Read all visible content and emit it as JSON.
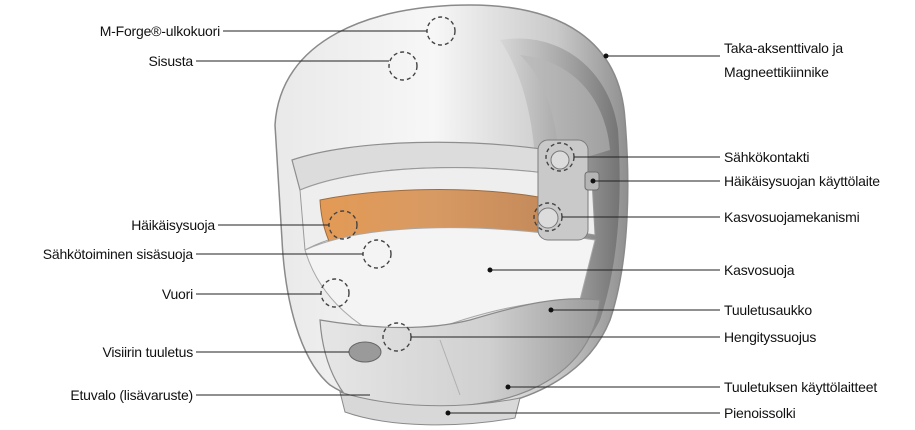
{
  "labels_left": [
    {
      "id": "shell",
      "text": "M-Forge®-ulkokuori"
    },
    {
      "id": "interior",
      "text": "Sisusta"
    },
    {
      "id": "glare-shield",
      "text": "Häikäisysuoja"
    },
    {
      "id": "electric-inner-shield",
      "text": "Sähkötoiminen sisäsuoja"
    },
    {
      "id": "liner",
      "text": "Vuori"
    },
    {
      "id": "visor-vent",
      "text": "Visiirin tuuletus"
    },
    {
      "id": "front-light",
      "text": "Etuvalo (lisävaruste)"
    }
  ],
  "labels_right": [
    {
      "id": "rear-light",
      "text": "Taka-aksenttivalo ja",
      "text2": "Magneettikiinnike"
    },
    {
      "id": "electric-contact",
      "text": "Sähkökontakti"
    },
    {
      "id": "glare-control",
      "text": "Häikäisysuojan käyttölaite"
    },
    {
      "id": "face-shield-mechanism",
      "text": "Kasvosuojamekanismi"
    },
    {
      "id": "face-shield",
      "text": "Kasvosuoja"
    },
    {
      "id": "vent",
      "text": "Tuuletusaukko"
    },
    {
      "id": "breath-guard",
      "text": "Hengityssuojus"
    },
    {
      "id": "vent-controls",
      "text": "Tuuletuksen käyttölaitteet"
    },
    {
      "id": "chin-spoiler",
      "text": "Pienoissolki"
    }
  ]
}
